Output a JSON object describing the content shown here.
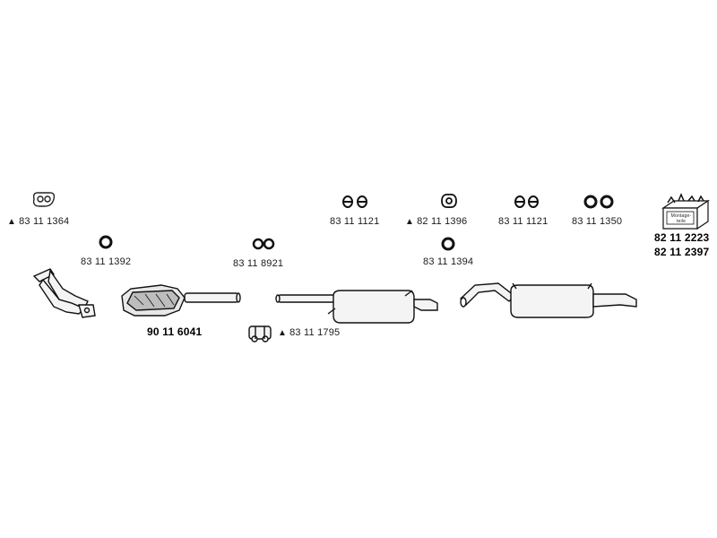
{
  "parts": {
    "gasket_flange": {
      "code": "83 11 1364",
      "marker": "▲"
    },
    "ring_small": {
      "code": "83 11 1392"
    },
    "clamp_rubber_1": {
      "code": "83 11 8921"
    },
    "hangers_a": {
      "code": "83 11 1121"
    },
    "mount_flange": {
      "code": "82 11 1396",
      "marker": "▲"
    },
    "ring_small_2": {
      "code": "83 11 1394"
    },
    "hangers_b": {
      "code": "83 11 1121"
    },
    "rubber_rings": {
      "code": "83 11 1350"
    },
    "mounting_kit": {
      "codes": [
        "82 11 2223",
        "82 11 2397"
      ],
      "box_text": "Montage-teile"
    },
    "catalyst": {
      "code": "90 11 6041"
    },
    "clamp_2": {
      "code": "83 11 1795",
      "marker": "▲"
    }
  }
}
